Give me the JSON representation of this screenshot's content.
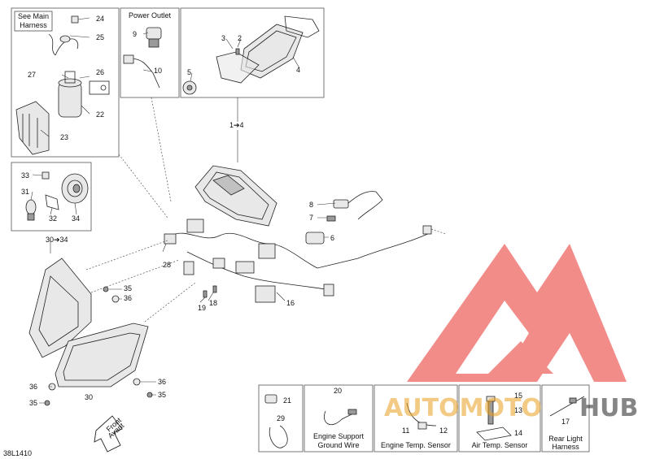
{
  "boxes": {
    "see_main_harness": "See Main\nHarness",
    "power_outlet": "Power Outlet",
    "support_ground_wire": "Engine Support\nGround Wire",
    "engine_temp_sensor": "Engine Temp. Sensor",
    "air_temp_sensor": "Air Temp. Sensor",
    "rear_light_harness": "Rear Light\nHarness"
  },
  "callouts": {
    "c1_4": "1➔4",
    "c2": "2",
    "c3": "3",
    "c4": "4",
    "c5": "5",
    "c6": "6",
    "c7": "7",
    "c8": "8",
    "c9": "9",
    "c10": "10",
    "c11": "11",
    "c12": "12",
    "c13": "13",
    "c14": "14",
    "c15": "15",
    "c16": "16",
    "c17": "17",
    "c18": "18",
    "c19": "19",
    "c20": "20",
    "c21": "21",
    "c22": "22",
    "c23": "23",
    "c24": "24",
    "c25": "25",
    "c26": "26",
    "c27": "27",
    "c28": "28",
    "c29": "29",
    "c30": "30",
    "c30_34": "30➔34",
    "c31": "31",
    "c32": "32",
    "c33": "33",
    "c34": "34",
    "c35a": "35",
    "c35b": "35",
    "c35c": "35",
    "c36a": "36",
    "c36b": "36",
    "c36c": "36"
  },
  "front_arrow": {
    "line1": "Front",
    "line2": "Avant"
  },
  "drawing_id": "38L1410",
  "watermark": {
    "text_a": "AUTOMOTO",
    "text_b": "HUB",
    "color": "#e8302a",
    "color_b": "#222222"
  }
}
